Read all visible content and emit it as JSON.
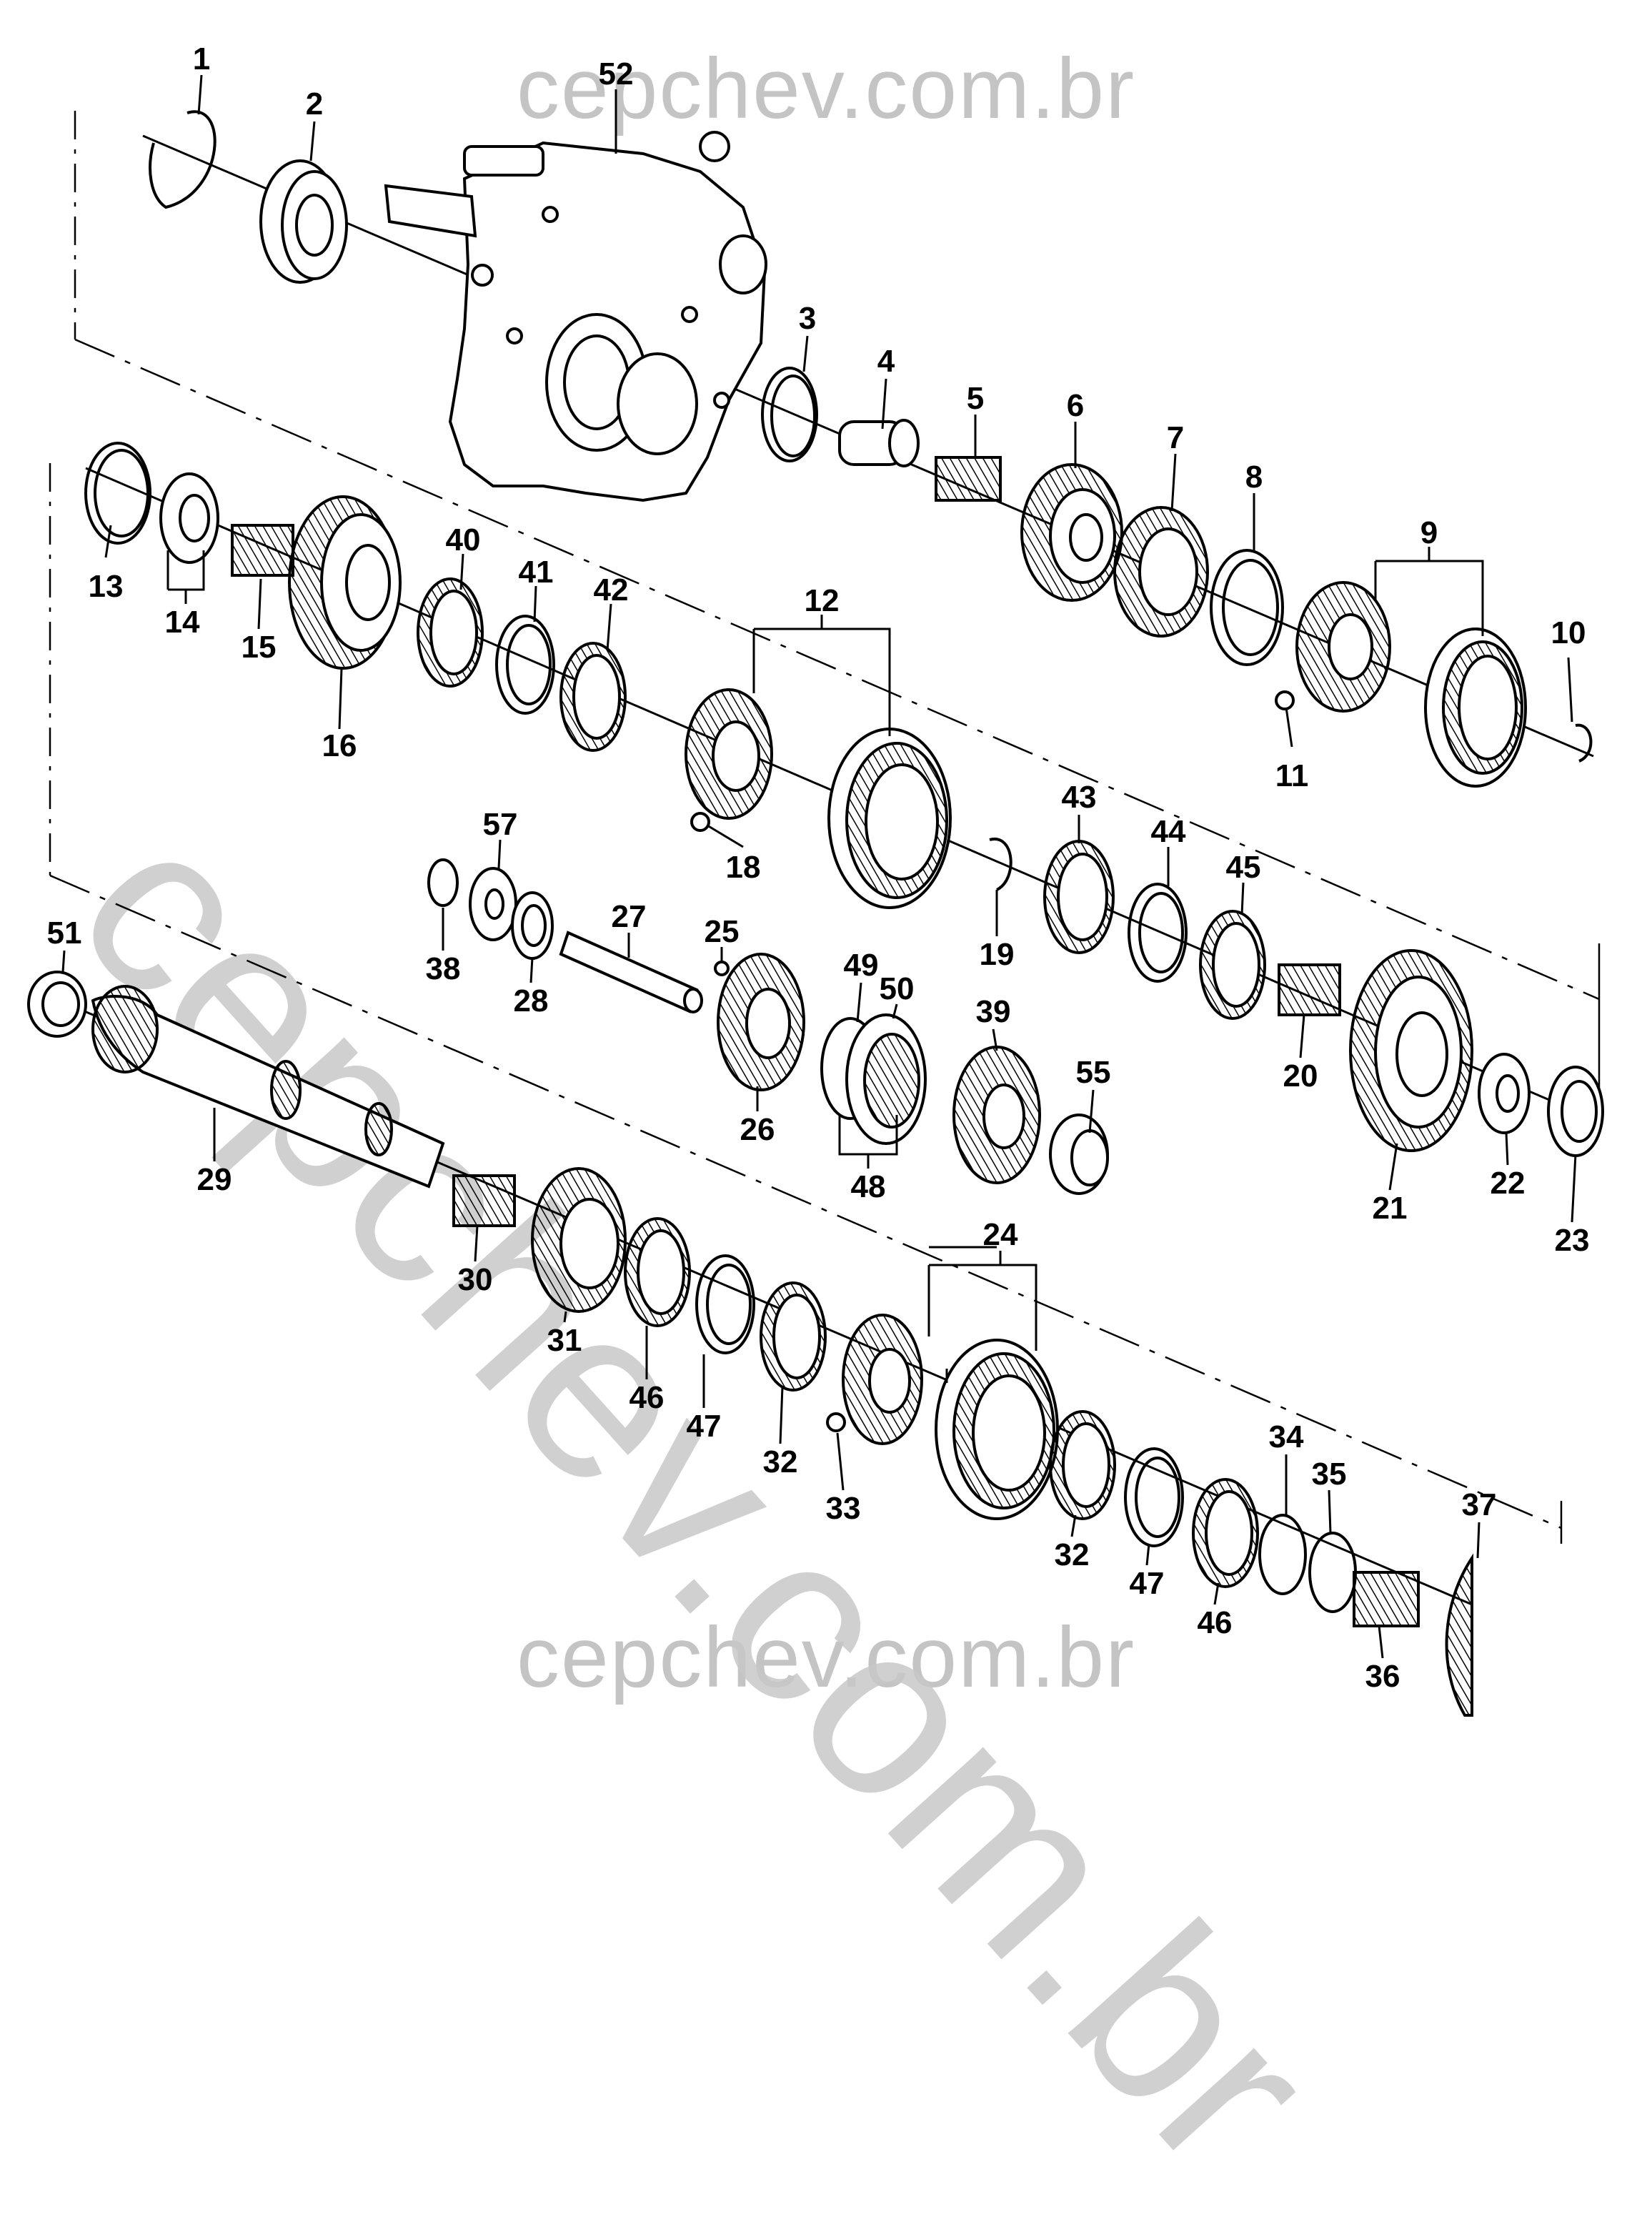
{
  "watermark": {
    "top": "cepchev.com.br",
    "bottom": "cepchev.com.br",
    "diagonal": "cepchev.com.br"
  },
  "labels": {
    "l1": "1",
    "l2": "2",
    "l3": "3",
    "l4": "4",
    "l5": "5",
    "l6": "6",
    "l7": "7",
    "l8": "8",
    "l9": "9",
    "l10": "10",
    "l11": "11",
    "l12": "12",
    "l13": "13",
    "l14": "14",
    "l15": "15",
    "l16": "16",
    "l18": "18",
    "l19": "19",
    "l20": "20",
    "l21": "21",
    "l22": "22",
    "l23": "23",
    "l24": "24",
    "l25": "25",
    "l26": "26",
    "l27": "27",
    "l28": "28",
    "l29": "29",
    "l30": "30",
    "l31": "31",
    "l32a": "32",
    "l32b": "32",
    "l33": "33",
    "l34": "34",
    "l35": "35",
    "l36": "36",
    "l37": "37",
    "l38": "38",
    "l39": "39",
    "l40": "40",
    "l41": "41",
    "l42": "42",
    "l43": "43",
    "l44": "44",
    "l45": "45",
    "l46a": "46",
    "l46b": "46",
    "l47a": "47",
    "l47b": "47",
    "l48": "48",
    "l49": "49",
    "l50": "50",
    "l51": "51",
    "l52": "52",
    "l55": "55",
    "l57": "57"
  }
}
